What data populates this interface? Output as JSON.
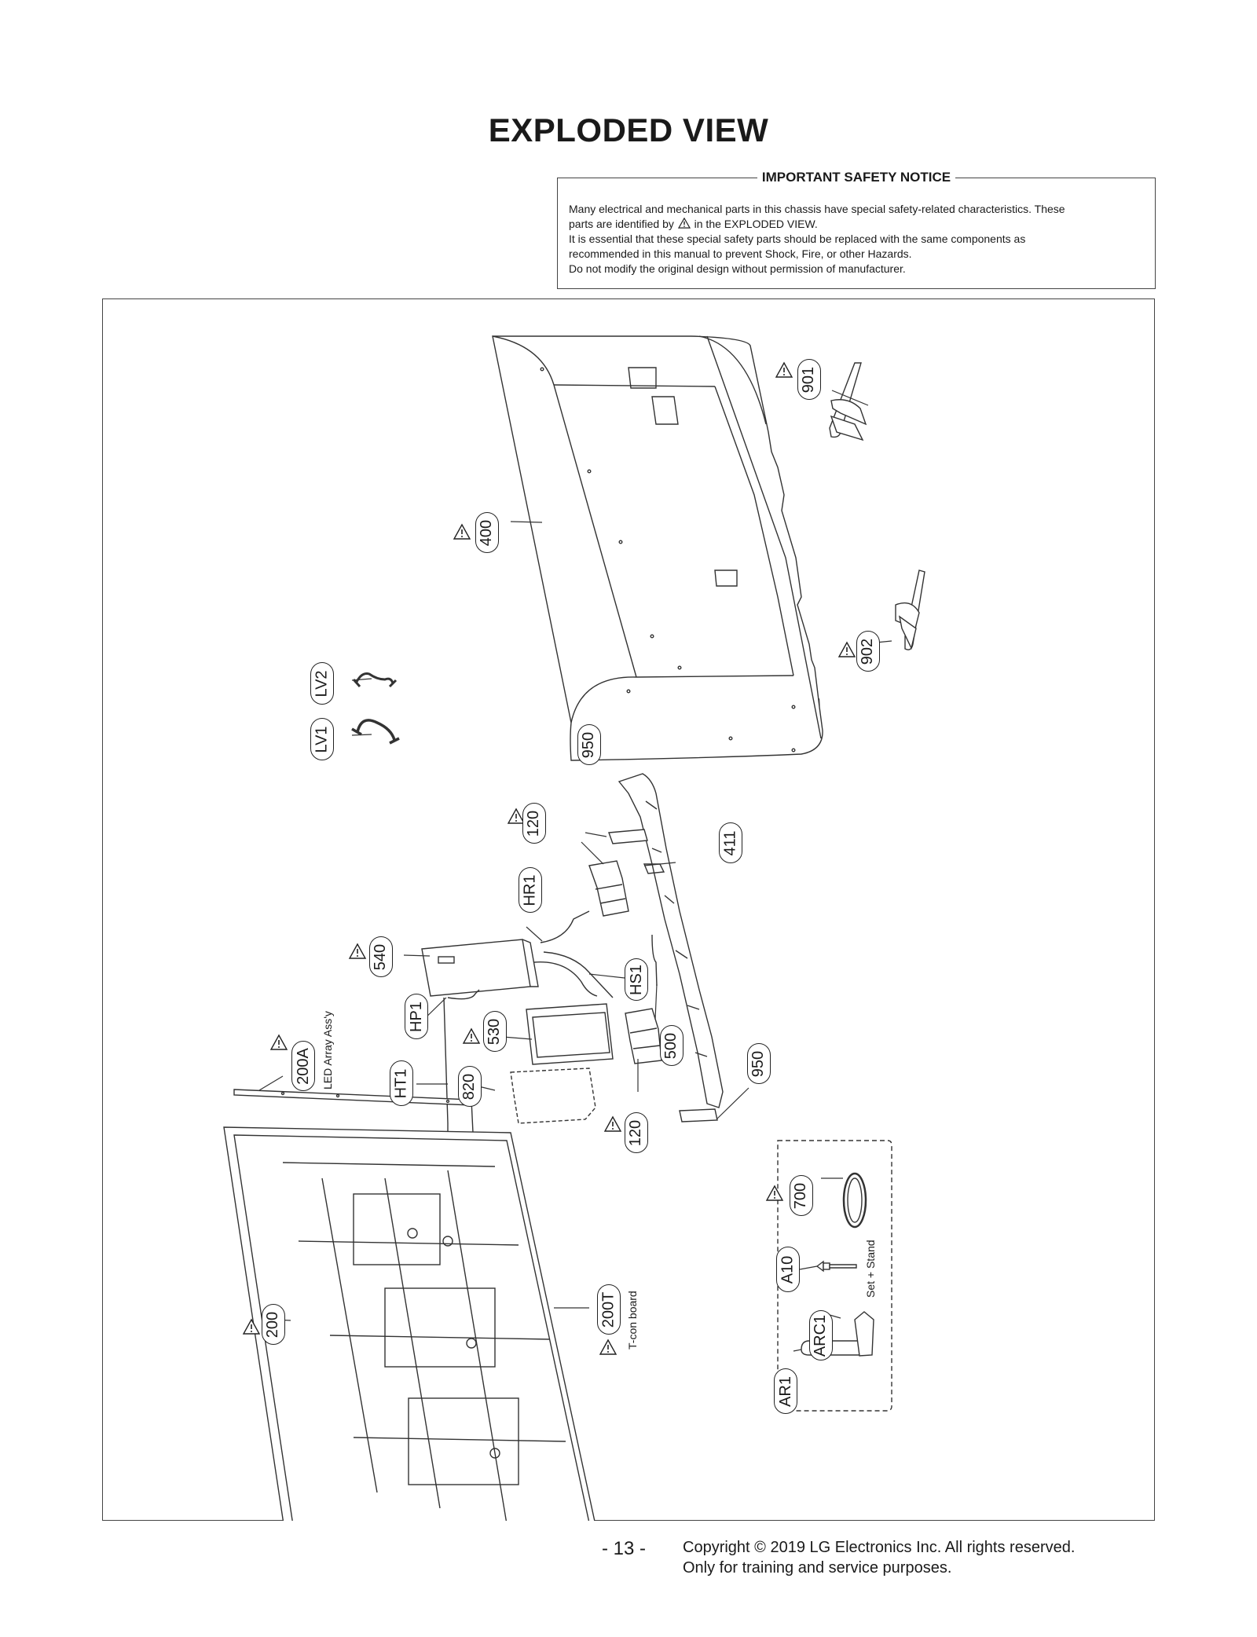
{
  "title": "EXPLODED VIEW",
  "notice": {
    "heading": "IMPORTANT SAFETY NOTICE",
    "line1": "Many electrical and mechanical parts in this chassis have special safety-related characteristics. These",
    "line2_pre": "parts are identified by",
    "line2_post": "in the EXPLODED VIEW.",
    "line3": "It is essential that these special safety parts should be replaced with the same components as",
    "line4": "recommended in this manual to prevent Shock, Fire, or other Hazards.",
    "line5": "Do not modify the original design without permission of manufacturer."
  },
  "parts": {
    "p901": "901",
    "p400": "400",
    "p902": "902",
    "lv2": "LV2",
    "lv1": "LV1",
    "p950a": "950",
    "p120a": "120",
    "p411": "411",
    "hr1": "HR1",
    "p540": "540",
    "hs1": "HS1",
    "hp1": "HP1",
    "p530": "530",
    "p500": "500",
    "p200a": "200A",
    "ht1": "HT1",
    "p820": "820",
    "p950b": "950",
    "p120b": "120",
    "p700": "700",
    "a10": "A10",
    "p200t": "200T",
    "p200": "200",
    "arc1": "ARC1",
    "ar1": "AR1"
  },
  "labels": {
    "led_array": "LED Array Ass'y",
    "tcon": "T-con board",
    "set_stand": "Set + Stand"
  },
  "footer": {
    "page": "- 13 -",
    "copyright1": "Copyright © 2019 LG Electronics Inc. All rights reserved.",
    "copyright2": "Only for training and service purposes."
  }
}
